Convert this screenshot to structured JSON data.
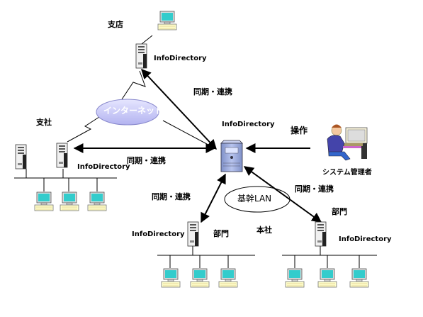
{
  "labels": {
    "branch_store": "支店",
    "branch_office": "支社",
    "headquarters": "本社",
    "dept_right": "部門",
    "dept_left": "部門",
    "operation": "操作",
    "sys_admin": "システム管理者",
    "internet": "インターネット",
    "core_lan": "基幹LAN"
  },
  "servers": {
    "branch_store": "InfoDirectory",
    "central": "InfoDirectory",
    "branch_office": "InfoDirectory",
    "dept_left": "InfoDirectory",
    "dept_right": "InfoDirectory"
  },
  "links": {
    "store_central": "同期・連携",
    "office_central": "同期・連携",
    "central_dept_left": "同期・連携",
    "central_dept_right": "同期・連携"
  },
  "colors": {
    "internet_cloud": "#ccccff",
    "central_server": "#99aadd",
    "terminal_screen": "#33cccc",
    "terminal_body": "#ffffcc",
    "admin_figure": "#4444aa"
  }
}
